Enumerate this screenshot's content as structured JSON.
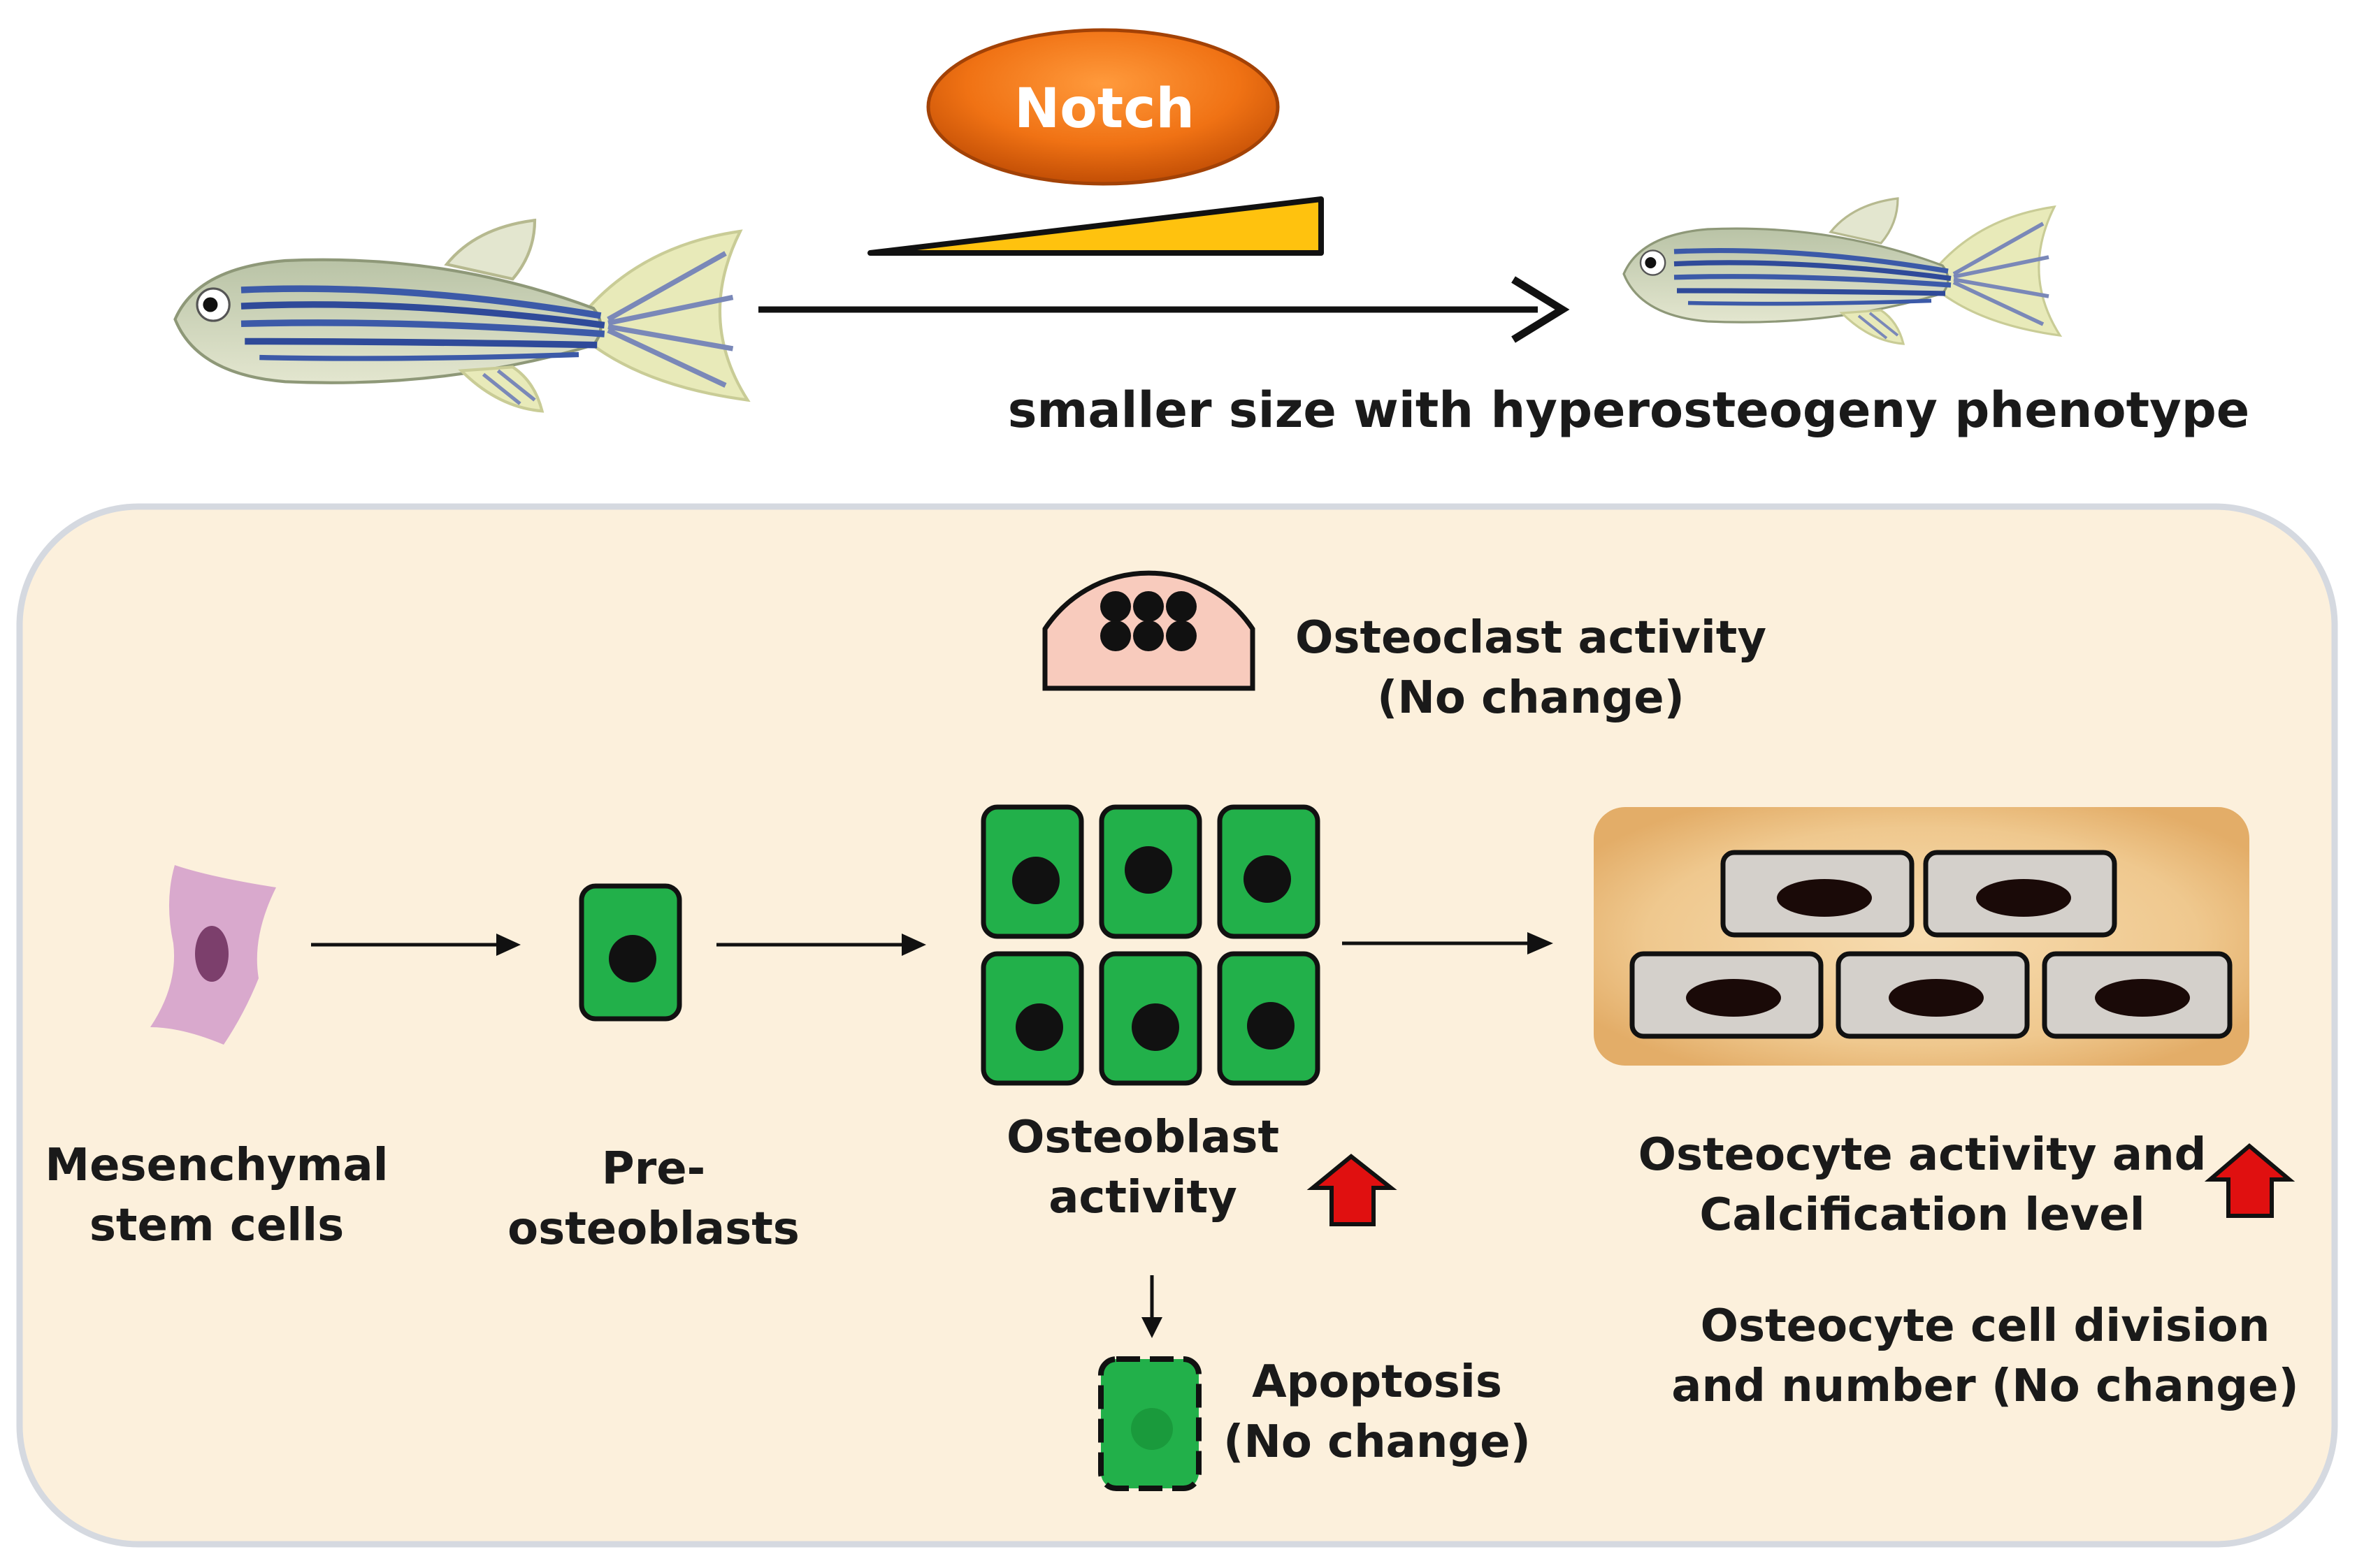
{
  "top": {
    "signal_label": "Notch",
    "phenotype_caption": "smaller size with hyperosteogeny phenotype"
  },
  "panel": {
    "osteoclast": {
      "line1": "Osteoclast activity",
      "line2": "(No change)"
    },
    "mesenchymal": {
      "line1": "Mesenchymal",
      "line2": "stem cells"
    },
    "preosteoblast": {
      "line1": "Pre-",
      "line2": "osteoblasts"
    },
    "osteoblast": {
      "line1": "Osteoblast",
      "line2": "activity"
    },
    "apoptosis": {
      "line1": "Apoptosis",
      "line2": "(No change)"
    },
    "osteocyte_activity": {
      "line1": "Osteocyte activity and",
      "line2": "Calcification level"
    },
    "osteocyte_division": {
      "line1": "Osteocyte cell division",
      "line2": "and number (No change)"
    }
  },
  "colors": {
    "panel_bg": "#fcf0dc",
    "panel_border": "#d5d9e0",
    "notch_orange": "#f07214",
    "wedge_yellow": "#ffc20e",
    "osteoblast_green": "#22b04a",
    "osteoclast_pink": "#f8cbbd",
    "msc_purple": "#d9a9cd",
    "up_arrow_red": "#e01010",
    "osteocyte_gray": "#d4d0cb",
    "bone_tan": "#efc88e"
  },
  "icons": [
    "zebrafish-icon",
    "notch-ellipse",
    "gradient-wedge",
    "up-arrow-icon"
  ]
}
